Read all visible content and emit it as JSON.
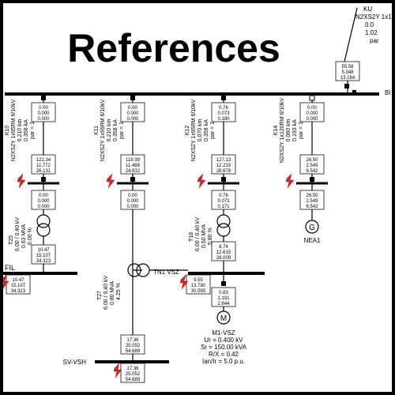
{
  "title": "References",
  "colors": {
    "background": "#000000",
    "panel": "#ffffff",
    "line": "#000000",
    "fault_marker": "#e0201e"
  },
  "icons": [
    "fault-bolt-icon",
    "transformer-icon",
    "generator-icon",
    "motor-icon"
  ],
  "incomer": {
    "lines": [
      "KU",
      "N2XS2Y 1x1",
      "0.0",
      "1.02",
      "par"
    ],
    "values": [
      "55.58",
      "5.348",
      "13.164"
    ]
  },
  "busbar": {
    "label": "Bl"
  },
  "feeders": [
    {
      "id": "K10",
      "cable": [
        "K10",
        "N2XS2Y 1x95RM 6/10kV",
        "0.210 km",
        "0.358 kA",
        "par = 1"
      ],
      "top": [
        "0.00",
        "0.000",
        "0.000"
      ],
      "bottom": [
        "122.34",
        "11.772",
        "26.131"
      ]
    },
    {
      "id": "K11",
      "cable": [
        "K11",
        "N2XS2Y 1x95RM 6/10kV",
        "0.210 km",
        "0.358 kA",
        "par = 1"
      ],
      "top": [
        "0.00",
        "0.000",
        "0.000"
      ],
      "bottom": [
        "119.39",
        "11.488",
        "24.832"
      ]
    },
    {
      "id": "K12",
      "cable": [
        "K12",
        "N2XS2Y 1x95RM 6/10kV",
        "0.070 km",
        "0.358 kA",
        "par = 1"
      ],
      "top": [
        "0.76",
        "0.073",
        "0.180"
      ],
      "bottom": [
        "127.13",
        "12.233",
        "28.678"
      ]
    },
    {
      "id": "K14",
      "cable": [
        "K14",
        "N2XS2Y 1x120RM 6/10kV",
        "0.060 km",
        "0.193 kA",
        "par = 1"
      ],
      "top": [
        "0.00",
        "0.000",
        "0.000"
      ],
      "bottom": [
        "26.50",
        "2.549",
        "6.542"
      ]
    }
  ],
  "after_node": [
    [
      "0.00",
      "0.000",
      "0.000"
    ],
    [
      "0.00",
      "0.000",
      "0.000"
    ],
    [
      "0.76",
      "0.073",
      "0.171"
    ],
    [
      "26.50",
      "2.549",
      "6.542"
    ]
  ],
  "t25": {
    "label": [
      "T25",
      "6.00 / 0.40 kV",
      "0.63 MVA",
      "6.00 %"
    ],
    "values": [
      "10.47",
      "15.107",
      "34.323"
    ]
  },
  "t18": {
    "label": [
      "T18",
      "6.00 / 0.40 kV",
      "0.50 MVA",
      "5.80 %"
    ],
    "values": [
      "8.74",
      "12.615",
      "28.009"
    ]
  },
  "t27": {
    "label": [
      "T27",
      "6.00 / 0.40 kV",
      "0.80 MVA",
      "4.25 %"
    ]
  },
  "generator": {
    "symbol": "G",
    "name": "NEA1"
  },
  "fil": {
    "label": "FIL",
    "values": [
      "10.47",
      "15.107",
      "34.323"
    ]
  },
  "tn1": {
    "label": "TN1 VSZ",
    "values": [
      "9.55",
      "13.780",
      "30.595"
    ],
    "motor_values": [
      "0.83",
      "1.191",
      "2.644"
    ]
  },
  "motor": {
    "symbol": "M",
    "lines": [
      "M1-VSZ",
      "Ur = 0.400 kV",
      "Sr = 150.00 kVA",
      "R/X = 0.42",
      "Ian/Ir = 5.0 p.u."
    ]
  },
  "sv_vsh": {
    "label": "SV-VSH",
    "upper": [
      "17.36",
      "25.052",
      "54.689"
    ],
    "values": [
      "17.36",
      "25.052",
      "54.689"
    ]
  }
}
